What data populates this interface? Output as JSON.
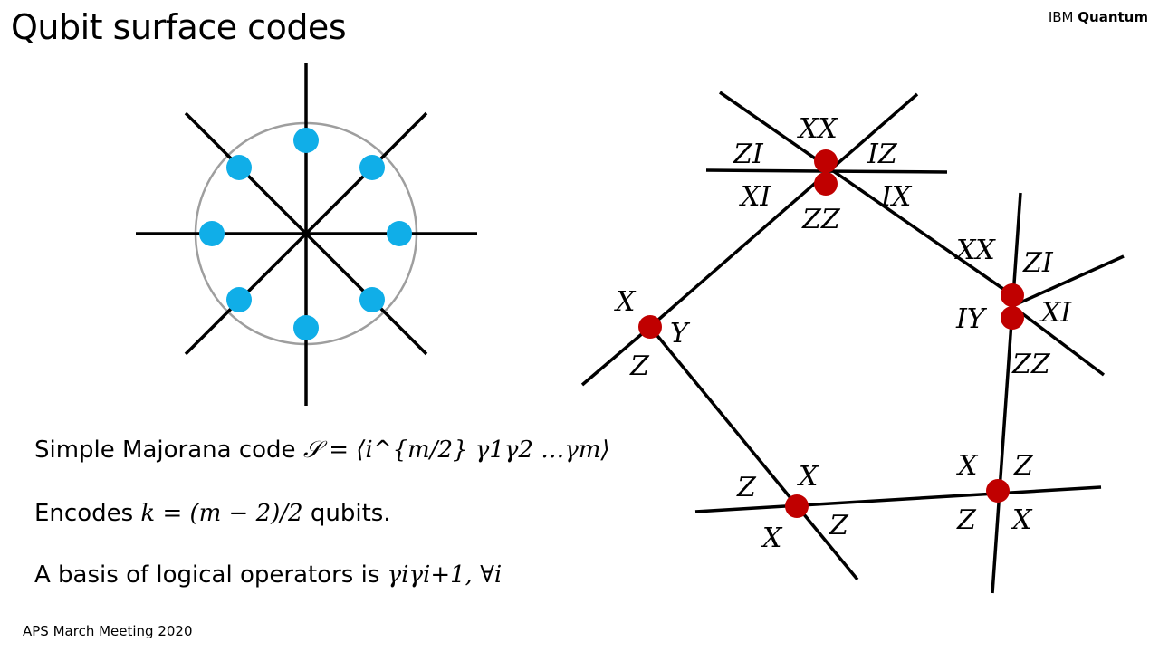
{
  "slide": {
    "title": "Qubit surface codes",
    "brand_prefix": "IBM",
    "brand_name": "Quantum",
    "footer": "APS March Meeting 2020"
  },
  "text_lines": {
    "line1_text": "Simple Majorana code ",
    "line1_math": "𝒮 = ⟨i^{m/2} γ1γ2 …γm⟩",
    "line2_text": "Encodes ",
    "line2_math": "k = (m − 2)/2",
    "line2_suffix": " qubits.",
    "line3_text": "A basis of logical operators is ",
    "line3_math": "γiγi+1, ∀i"
  },
  "diagram_labels": {
    "top_xx": "XX",
    "top_zi": "ZI",
    "top_iz": "IZ",
    "top_xi": "XI",
    "top_zz": "ZZ",
    "top_ix": "IX",
    "right_xx": "XX",
    "right_zi": "ZI",
    "right_iy": "IY",
    "right_xi": "XI",
    "right_zz": "ZZ",
    "left_x": "X",
    "left_y": "Y",
    "left_z": "Z",
    "bl_z1": "Z",
    "bl_x1": "X",
    "bl_x2": "X",
    "bl_z2": "Z",
    "br_x1": "X",
    "br_z1": "Z",
    "br_z2": "Z",
    "br_x2": "X"
  },
  "colors": {
    "majorana_dot": "#10aee8",
    "node_dot": "#c00000",
    "circle": "#9e9e9e",
    "line": "#000000"
  }
}
